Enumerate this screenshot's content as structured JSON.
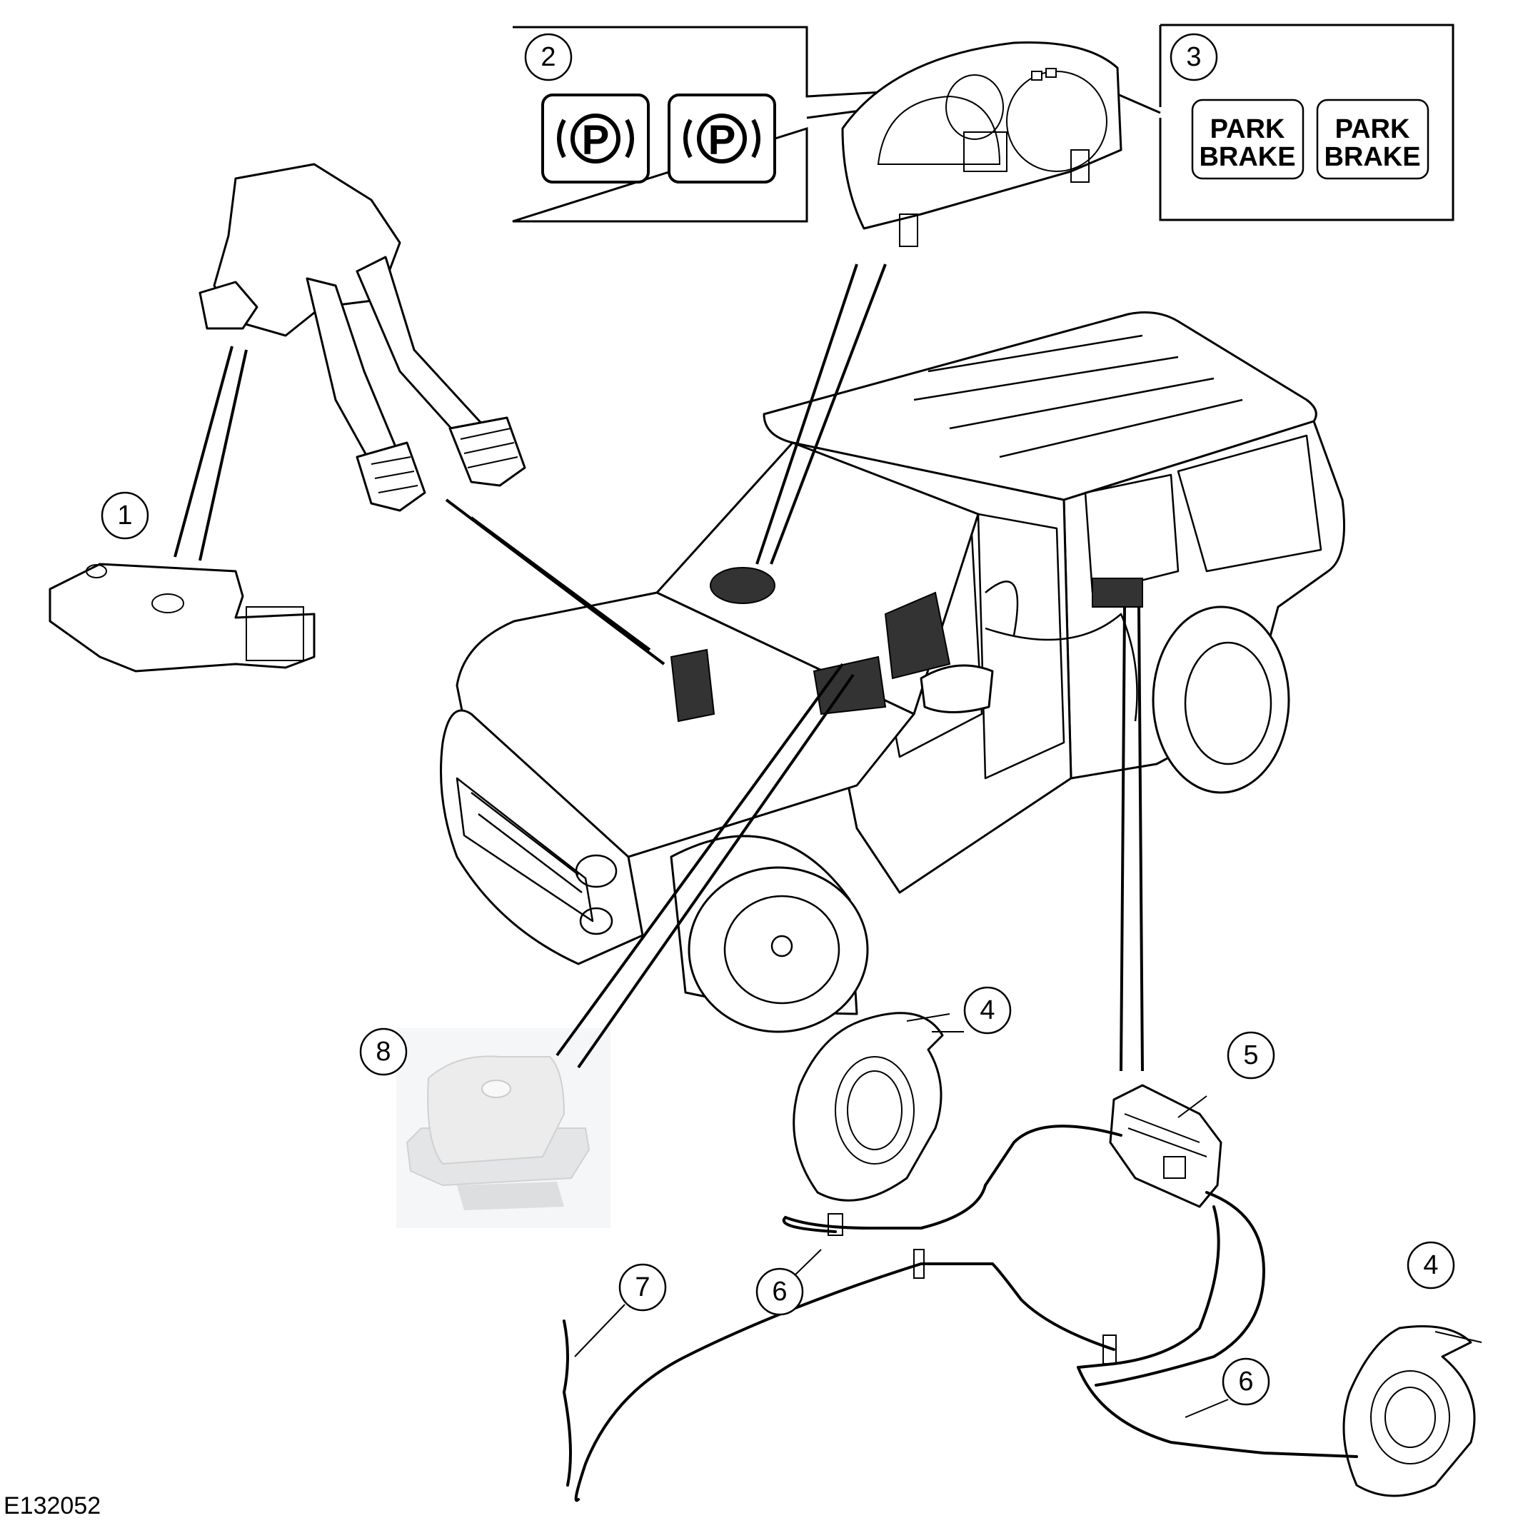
{
  "figure_id": "E132052",
  "callouts": {
    "c1": "1",
    "c2": "2",
    "c3": "3",
    "c4a": "4",
    "c4b": "4",
    "c5": "5",
    "c6a": "6",
    "c6b": "6",
    "c7": "7",
    "c8": "8"
  },
  "warning_lamps": {
    "symbol_glyph": "P",
    "park_brake_line1": "PARK",
    "park_brake_line2": "BRAKE"
  },
  "icons": [
    "parking-brake-warning-icon",
    "park-brake-text-lamp"
  ],
  "colors": {
    "line": "#000000",
    "background": "#ffffff"
  }
}
